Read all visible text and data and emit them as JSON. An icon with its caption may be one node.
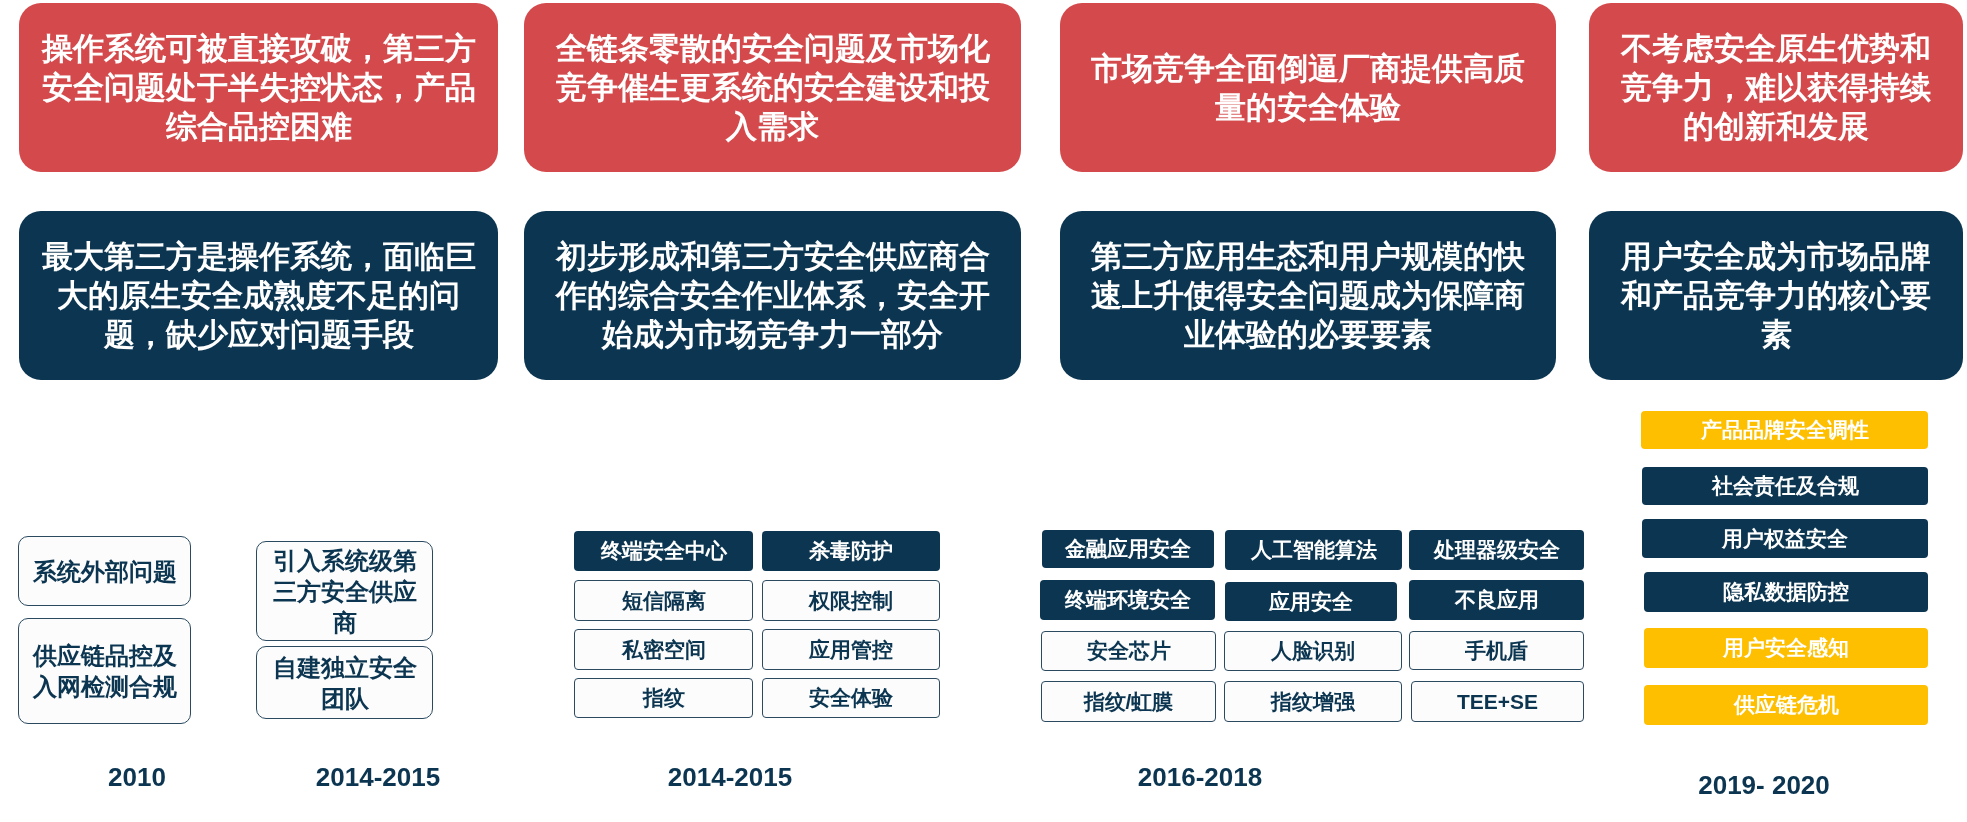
{
  "diagram": {
    "nodes": [
      {
        "text": [
          "操作系统可被直接攻破，第三方安全问题处于半失控状态，产品综合品控困难"
        ]
      },
      {
        "text": [
          "全链条零散的安全问题及市场化竞争催生更系统的安全建设和投入需求"
        ]
      },
      {
        "text": [
          "市场竞争全面倒逼厂商提供高质量的安全体验"
        ]
      },
      {
        "text": [
          "不考虑安全原生优势和竞争力，难以获得持续的创新和发展"
        ]
      },
      {
        "text": [
          "最大第三方是操作系统，面临巨大的原生安全成熟度不足的问题，缺少应对问题手段"
        ]
      },
      {
        "text": [
          "初步形成和第三方安全供应商合作的综合安全作业体系，安全开始成为市场竞争力一部分"
        ]
      },
      {
        "text": [
          "第三方应用生态和用户规模的快速上升使得安全问题成为保障商业体验的必要要素"
        ]
      },
      {
        "text": [
          "用户安全成为市场品牌和产品竞争力的核心要素"
        ]
      },
      {
        "text": [
          "系统外部问题"
        ]
      },
      {
        "text": [
          "供应链品控及入网检测合规"
        ]
      },
      {
        "text": [
          "引入系统级第三方安全供应商"
        ]
      },
      {
        "text": [
          "自建独立安全团队"
        ]
      },
      {
        "text": [
          "终端安全中心"
        ]
      },
      {
        "text": [
          "杀毒防护"
        ]
      },
      {
        "text": [
          "短信隔离"
        ]
      },
      {
        "text": [
          "权限控制"
        ]
      },
      {
        "text": [
          "私密空间"
        ]
      },
      {
        "text": [
          "应用管控"
        ]
      },
      {
        "text": [
          "指纹"
        ]
      },
      {
        "text": [
          "安全体验"
        ]
      },
      {
        "text": [
          "金融应用安全"
        ]
      },
      {
        "text": [
          "人工智能算法"
        ]
      },
      {
        "text": [
          "处理器级安全"
        ]
      },
      {
        "text": [
          "终端环境安全"
        ]
      },
      {
        "text": [
          "应用安全"
        ]
      },
      {
        "text": [
          "不良应用"
        ]
      },
      {
        "text": [
          "安全芯片"
        ]
      },
      {
        "text": [
          "人脸识别"
        ]
      },
      {
        "text": [
          "手机盾"
        ]
      },
      {
        "text": [
          "指纹/虹膜"
        ]
      },
      {
        "text": [
          "指纹增强"
        ]
      },
      {
        "text": [
          "TEE+SE"
        ]
      },
      {
        "text": [
          "产品品牌安全调性"
        ]
      },
      {
        "text": [
          "社会责任及合规"
        ]
      },
      {
        "text": [
          "用户权益安全"
        ]
      },
      {
        "text": [
          "隐私数据防控"
        ]
      },
      {
        "text": [
          "用户安全感知"
        ]
      },
      {
        "text": [
          "供应链危机"
        ]
      }
    ],
    "labels": [
      "2010",
      "2014-2015",
      "2014-2015",
      "2016-2018",
      "2019- 2020"
    ]
  }
}
